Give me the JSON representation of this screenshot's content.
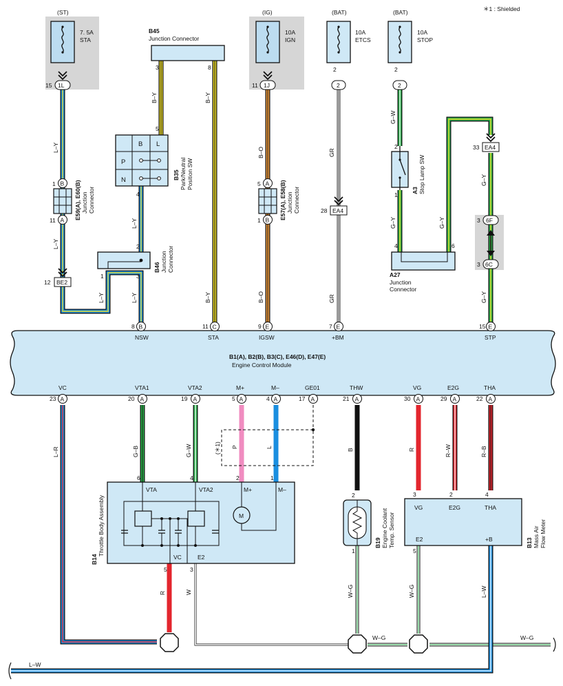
{
  "note": "＊1 : Shielded",
  "fuses": {
    "st": {
      "source": "(ST)",
      "rating": "7. 5A",
      "name": "STA"
    },
    "ig": {
      "source": "(IG)",
      "rating": "10A",
      "name": "IGN"
    },
    "etcs": {
      "source": "(BAT)",
      "rating": "10A",
      "name": "ETCS"
    },
    "stop": {
      "source": "(BAT)",
      "rating": "10A",
      "name": "STOP"
    }
  },
  "b45": {
    "code": "B45",
    "name": "Junction Connector"
  },
  "b35": {
    "code": "B35",
    "name1": "Park/Neutral",
    "name2": "Position SW",
    "col_b": "B",
    "col_l": "L",
    "row_p": "P",
    "row_n": "N"
  },
  "e59": {
    "code": "E59(A), E60(B)",
    "name1": "Junction",
    "name2": "Connector"
  },
  "e57": {
    "code": "E57(A), E58(B)",
    "name1": "Junction",
    "name2": "Connector"
  },
  "b46": {
    "code": "B46",
    "name1": "Junction",
    "name2": "Connector"
  },
  "a3": {
    "code": "A3",
    "name": "Stop Lamp SW"
  },
  "a27": {
    "code": "A27",
    "name1": "Junction",
    "name2": "Connector"
  },
  "ecm": {
    "code": "B1(A), B2(B), B3(C), E46(D), E47(E)",
    "name": "Engine Control Module"
  },
  "b14": {
    "code": "B14",
    "name": "Throttle Body Assembly",
    "vta": "VTA",
    "vta2": "VTA2",
    "mp": "M+",
    "mm": "M–",
    "vc": "VC",
    "e2": "E2",
    "motor": "M"
  },
  "b19": {
    "code": "B19",
    "name1": "Engine Coolant",
    "name2": "Temp. Sensor"
  },
  "b13": {
    "code": "B13",
    "name1": "Mass Air",
    "name2": "Flow Meter",
    "vg": "VG",
    "e2g": "E2G",
    "tha": "THA",
    "e2": "E2",
    "pb": "+B"
  },
  "shield": "(＊1)",
  "connector_labels": {
    "c1L": "1L",
    "c1J": "1J",
    "c2a": "2",
    "c2b": "2",
    "cA1": "A",
    "cB1": "B",
    "cA2": "A",
    "cB2": "B",
    "cEA4a": "EA4",
    "cEA4b": "EA4",
    "cBE2": "BE2",
    "c6F": "6F",
    "c6C": "6C",
    "cB_nsw": "B",
    "cC_sta": "C",
    "cE_igsw": "E",
    "cE_bm": "E",
    "cE_stp": "E"
  },
  "ecm_top_pins": {
    "nsw": "NSW",
    "sta": "STA",
    "igsw": "IGSW",
    "bm": "+BM",
    "stp": "STP"
  },
  "ecm_bottom_pins": {
    "vc": "VC",
    "vta1": "VTA1",
    "vta2": "VTA2",
    "mp": "M+",
    "mm": "M–",
    "ge01": "GE01",
    "thw": "THW",
    "vg": "VG",
    "e2g": "E2G",
    "tha": "THA"
  },
  "ecm_bottom_conn": {
    "vc": "A",
    "vta1": "A",
    "vta2": "A",
    "mp": "A",
    "mm": "A",
    "ge01": "A",
    "thw": "A",
    "vg": "A",
    "e2g": "A",
    "tha": "A"
  },
  "pins": {
    "p15a": "15",
    "p11a": "11",
    "p2a": "2",
    "p2b": "2",
    "p3a": "3",
    "p8a": "8",
    "p5a": "5",
    "p4a": "4",
    "p2c": "2",
    "p1a": "1",
    "p3b": "3",
    "p1b": "1",
    "p11b": "11",
    "p12a": "12",
    "p8b": "8",
    "p11c": "11",
    "p9a": "9",
    "p7a": "7",
    "p15b": "15",
    "p5b": "5",
    "p1c": "1",
    "p28a": "28",
    "p2d": "2",
    "p1d": "1",
    "p4b": "4",
    "p6a": "6",
    "p33a": "33",
    "p3c": "3",
    "p3d": "3",
    "p23a": "23",
    "p20a": "20",
    "p19a": "19",
    "p5c": "5",
    "p4c": "4",
    "p17a": "17",
    "p21a": "21",
    "p30a": "30",
    "p29a": "29",
    "p22a": "22",
    "p6b": "6",
    "p4d": "4",
    "p2e": "2",
    "p1e": "1",
    "p2f": "2",
    "p3e": "3",
    "p2g": "2",
    "p4e": "4",
    "p5d": "5",
    "p3f": "3",
    "p1f": "1",
    "p5e": "5"
  },
  "wires": {
    "ly1": "L–Y",
    "ly2": "L–Y",
    "ly3": "L–Y",
    "ly4": "L–Y",
    "ly5": "L–Y",
    "by1": "B–Y",
    "by2": "B–Y",
    "by3": "B–Y",
    "bo1": "B–O",
    "bo2": "B–O",
    "gr1": "GR",
    "gr2": "GR",
    "gw1": "G–W",
    "gy1": "G–Y",
    "gy2": "G–Y",
    "gy3": "G–Y",
    "gy4": "G–Y",
    "lr": "L–R",
    "gb": "G–B",
    "gw2": "G–W",
    "p": "P",
    "l": "L",
    "b": "B",
    "r1": "R",
    "rw": "R–W",
    "rb": "R–B",
    "r2": "R",
    "w": "W",
    "wg1": "W–G",
    "wg2": "W–G",
    "wg3": "W–G",
    "wg4": "W–G",
    "lw1": "L–W",
    "lw2": "L–W"
  },
  "colors": {
    "box": "#cfe8f6",
    "ecm": "#cfe8f6",
    "gray": "#d6d6d6",
    "blue": "#1a8ee0",
    "yellow": "#e8d826",
    "green": "#2bb24c",
    "orange": "#ef9a3c",
    "red": "#e3262e",
    "pink": "#f08cc0",
    "black": "#111111",
    "graywire": "#9a9a9a"
  }
}
